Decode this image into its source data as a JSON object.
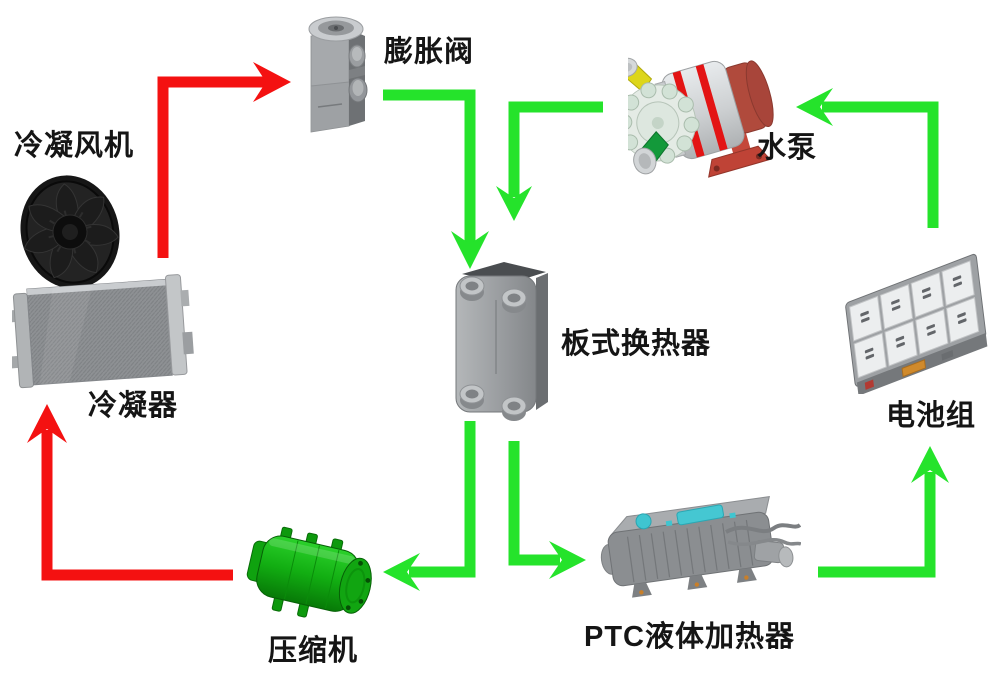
{
  "colors": {
    "background": "#ffffff",
    "label_text": "#151515",
    "refrigerant_loop": "#f41111",
    "coolant_loop": "#25e32b"
  },
  "labels": {
    "condenser_fan": "冷凝风机",
    "expansion_valve": "膨胀阀",
    "water_pump": "水泵",
    "condenser": "冷凝器",
    "plate_heat_exchanger": "板式换热器",
    "battery_pack": "电池组",
    "compressor": "压缩机",
    "ptc_heater": "PTC液体加热器"
  },
  "components": [
    {
      "id": "condenser_fan",
      "label": "冷凝风机"
    },
    {
      "id": "condenser",
      "label": "冷凝器"
    },
    {
      "id": "expansion_valve",
      "label": "膨胀阀"
    },
    {
      "id": "water_pump",
      "label": "水泵"
    },
    {
      "id": "plate_heat_exchanger",
      "label": "板式换热器"
    },
    {
      "id": "battery_pack",
      "label": "电池组"
    },
    {
      "id": "compressor",
      "label": "压缩机"
    },
    {
      "id": "ptc_heater",
      "label": "PTC液体加热器"
    }
  ],
  "connections": [
    {
      "from": "condenser_fan",
      "to": "expansion_valve",
      "color": "red"
    },
    {
      "from": "compressor",
      "to": "condenser",
      "color": "red"
    },
    {
      "from": "expansion_valve",
      "to": "plate_heat_exchanger",
      "color": "green"
    },
    {
      "from": "water_pump",
      "to": "plate_heat_exchanger",
      "color": "green"
    },
    {
      "from": "plate_heat_exchanger",
      "to": "compressor",
      "color": "green"
    },
    {
      "from": "plate_heat_exchanger",
      "to": "ptc_heater",
      "color": "green"
    },
    {
      "from": "ptc_heater",
      "to": "battery_pack",
      "color": "green"
    },
    {
      "from": "battery_pack",
      "to": "water_pump",
      "color": "green"
    }
  ]
}
